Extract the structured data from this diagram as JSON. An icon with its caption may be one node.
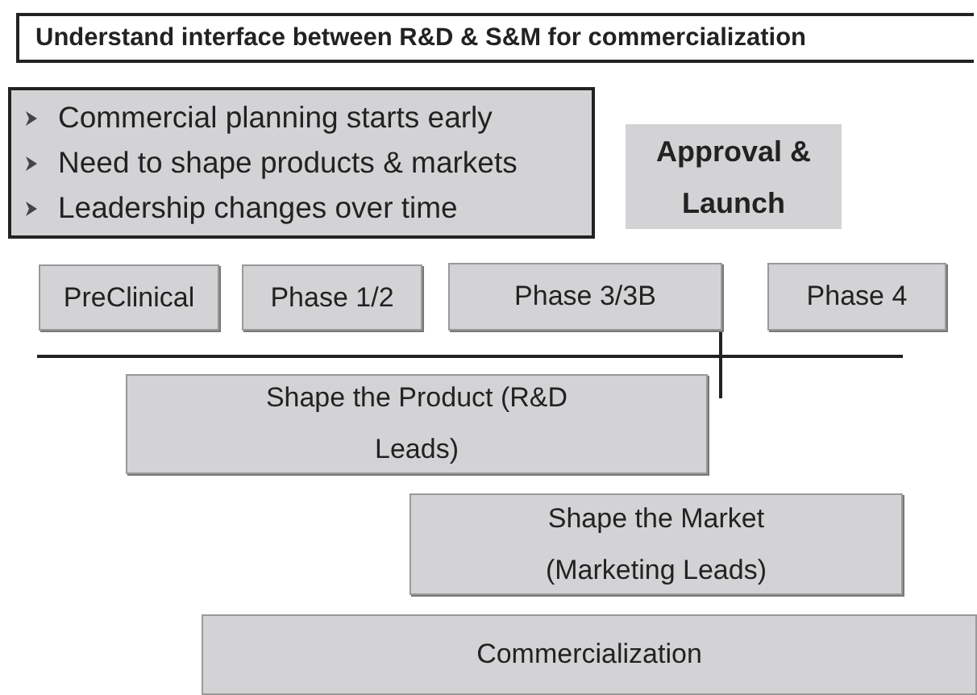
{
  "diagram": {
    "title": "Understand interface between R&D & S&M for commercialization",
    "nodes": [
      {
        "text": [
          "Commercial planning starts early",
          "Need to shape products & markets",
          "Leadership changes over time"
        ]
      },
      {
        "text": [
          "Approval & Launch"
        ]
      },
      {
        "text": [
          "PreClinical"
        ]
      },
      {
        "text": [
          "Phase 1/2"
        ]
      },
      {
        "text": [
          "Phase 3/3B"
        ]
      },
      {
        "text": [
          "Phase 4"
        ]
      },
      {
        "text": [
          "Shape the Product (R&D Leads)"
        ]
      },
      {
        "text": [
          "Shape the Market (Marketing Leads)"
        ]
      },
      {
        "text": [
          "Commercialization"
        ]
      }
    ],
    "edges": []
  }
}
